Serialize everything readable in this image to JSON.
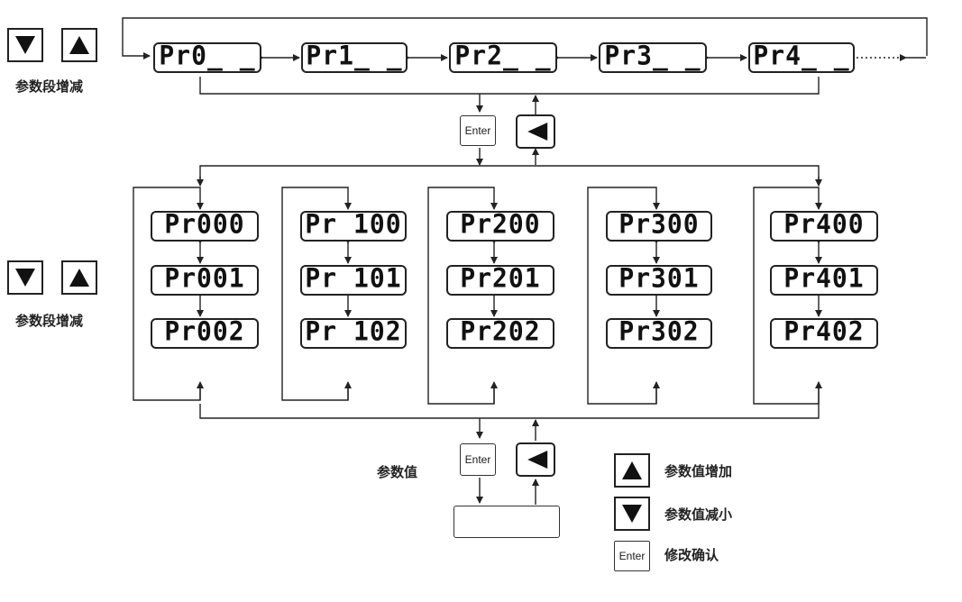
{
  "top_labels": {
    "segment_adjust": "参数段增减",
    "param_adjust": "参数段增减",
    "param_value": "参数值"
  },
  "segments": [
    "Pr0_ _",
    "Pr1_ _",
    "Pr2_ _",
    "Pr3_ _",
    "Pr4_ _"
  ],
  "columns": [
    [
      "Pr000",
      "Pr001",
      "Pr002"
    ],
    [
      "Pr 100",
      "Pr 101",
      "Pr 102"
    ],
    [
      "Pr200",
      "Pr201",
      "Pr202"
    ],
    [
      "Pr300",
      "Pr301",
      "Pr302"
    ],
    [
      "Pr400",
      "Pr401",
      "Pr402"
    ]
  ],
  "buttons": {
    "enter": "Enter"
  },
  "legend": [
    {
      "icon": "up-triangle-icon",
      "text": "参数值增加"
    },
    {
      "icon": "down-triangle-icon",
      "text": "参数值减小"
    },
    {
      "icon": "enter-icon",
      "text": "修改确认",
      "key": "Enter"
    }
  ],
  "colors": {
    "line": "#222222",
    "fill": "#111111"
  }
}
